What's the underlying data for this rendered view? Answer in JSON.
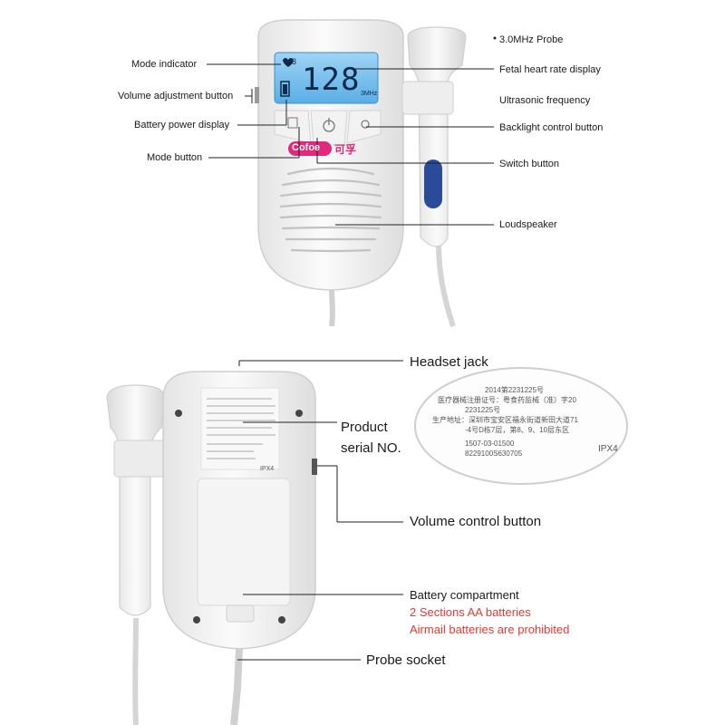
{
  "top_device": {
    "lcd_heart_icon": "heart-icon",
    "lcd_mode_number": "3",
    "lcd_heart_rate": "128",
    "lcd_frequency": "3MHz",
    "brand_logo_text": "Cofoe",
    "brand_logo_cn": "可孚",
    "probe_frequency_label": "3.0MHz",
    "labels": {
      "probe": "3.0MHz Probe",
      "mode_indicator": "Mode indicator",
      "fetal_heart_rate": "Fetal heart rate display",
      "volume_adjustment": "Volume adjustment button",
      "ultrasonic_frequency": "Ultrasonic frequency",
      "battery_power": "Battery power display",
      "backlight_control": "Backlight control button",
      "mode_button": "Mode button",
      "switch_button": "Switch button",
      "loudspeaker": "Loudspeaker"
    }
  },
  "bottom_device": {
    "label_ipx": "IPX4",
    "zoom_lines": [
      "2014第2231225号",
      "医疗器械注册证号：粤食药监械（准）字20",
      "2231225号",
      "生产地址：深圳市宝安区福永街道新田大道71",
      "-4号D栋7层，第8、9、10层东区",
      "1507-03-01500",
      "8229100S630705"
    ],
    "labels": {
      "headset_jack": "Headset jack",
      "product_serial_line1": "Product",
      "product_serial_line2": "serial NO.",
      "volume_control": "Volume control button",
      "battery_compartment": "Battery compartment",
      "battery_note1": "2 Sections AA batteries",
      "battery_note2": "Airmail batteries are prohibited",
      "probe_socket": "Probe socket"
    }
  }
}
